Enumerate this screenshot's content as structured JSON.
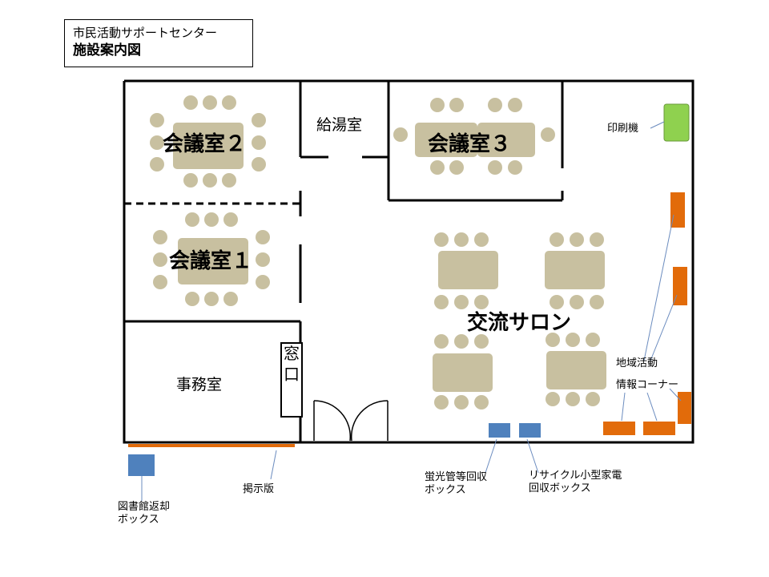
{
  "title": {
    "line1": "市民活動サポートセンター",
    "line2": "施設案内図"
  },
  "rooms": {
    "meeting2": "会議室２",
    "meeting3": "会議室３",
    "meeting1": "会議室１",
    "kitchen": "給湯室",
    "office": "事務室",
    "window": [
      "窓",
      "口"
    ],
    "salon": "交流サロン"
  },
  "labels": {
    "printer": "印刷機",
    "info_corner": [
      "地域活動",
      "情報コーナー"
    ],
    "bulletin": "掲示版",
    "library_return": [
      "図書館返却",
      "ボックス"
    ],
    "fluorescent_box": [
      "蛍光管等回収",
      "ボックス"
    ],
    "recycle_box": [
      "リサイクル小型家電",
      "回収ボックス"
    ]
  },
  "colors": {
    "table": "#c8c0a0",
    "chair": "#c8c0a0",
    "printer": "#8fd14f",
    "info_rack": "#e26b0a",
    "bulletin_board": "#e26b0a",
    "collection_box": "#4f81bd",
    "wall": "#000000"
  }
}
